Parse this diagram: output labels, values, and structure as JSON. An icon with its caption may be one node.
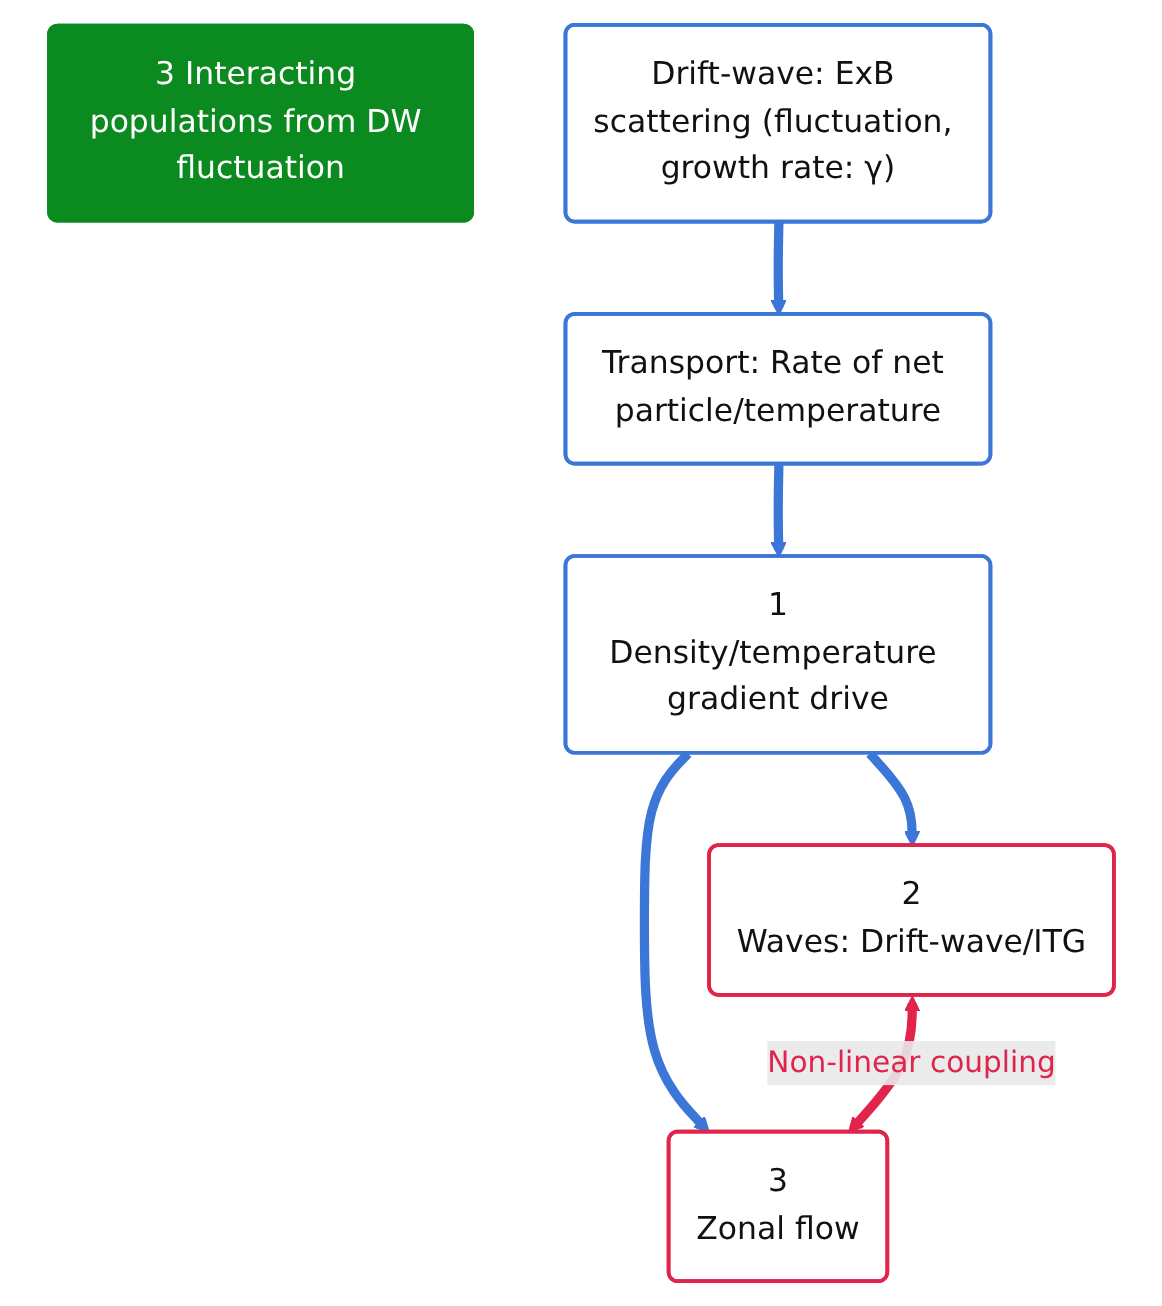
{
  "diagram": {
    "nodes": [
      {
        "text": [
          "3 Interacting populations from DW fluctuation"
        ]
      },
      {
        "text": [
          "Drift-wave: ExB scattering (fluctuation, growth rate: γ)"
        ]
      },
      {
        "text": [
          "Transport: Rate of net particle/temperature"
        ]
      },
      {
        "text": [
          "1",
          "Density/temperature gradient drive"
        ]
      },
      {
        "text": [
          "2",
          "Waves: Drift-wave/ITG"
        ]
      },
      {
        "text": [
          "3",
          "Zonal flow"
        ]
      }
    ],
    "edges": [
      {
        "from": 1,
        "to": 2,
        "arrow": "to"
      },
      {
        "from": 2,
        "to": 3,
        "arrow": "to"
      },
      {
        "from": 3,
        "to": 4,
        "arrow": "to"
      },
      {
        "from": 3,
        "to": 5,
        "arrow": "to"
      },
      {
        "from": 4,
        "to": 5,
        "arrow": "both",
        "label": "Non-linear coupling",
        "color": "#e0244c"
      }
    ]
  }
}
